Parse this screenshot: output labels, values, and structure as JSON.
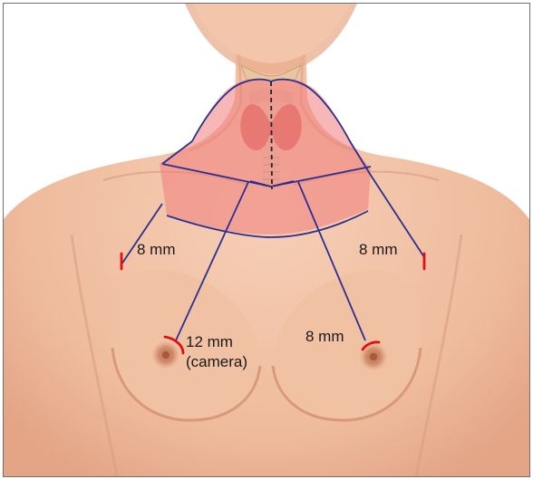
{
  "labels": {
    "left_axillary_port": "8 mm",
    "right_axillary_port": "8 mm",
    "right_areolar_port": "8 mm",
    "camera_port_size": "12 mm",
    "camera_port_note": "(camera)"
  },
  "colors": {
    "skin": "#f2c3a6",
    "skin_shadow": "#d99c7f",
    "dissection_area": "#f17b7b",
    "incision_lines": "#2b2f8f",
    "port_marks": "#e01010",
    "midline": "#222222",
    "frame_border": "#6f6f6f"
  }
}
